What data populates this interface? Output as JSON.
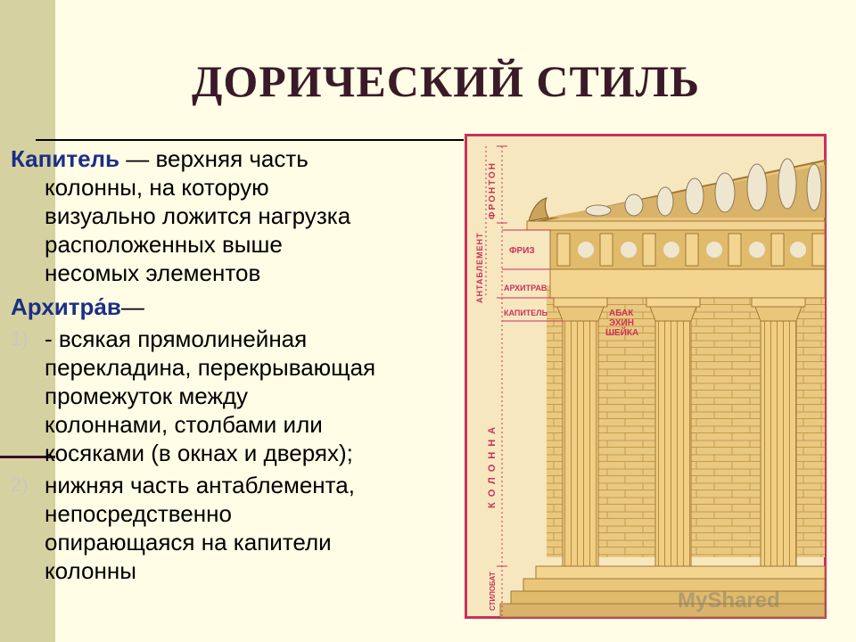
{
  "title": "ДОРИЧЕСКИЙ СТИЛЬ",
  "definitions": {
    "capital_term": "Капитель",
    "capital_def_lines": [
      " — верхняя часть",
      "колонны, на которую",
      "визуально ложится нагрузка",
      "расположенных выше",
      "несомых элементов"
    ],
    "architrave_term": "Архитра́в",
    "architrave_dash": "—",
    "items": [
      {
        "num": "1)",
        "lines": [
          "- всякая прямолинейная",
          "перекладина, перекрывающая",
          "промежуток между",
          "колоннами, столбами или",
          "косяками (в окнах и дверях);"
        ]
      },
      {
        "num": "2)",
        "lines": [
          "нижняя часть антаблемента,",
          "непосредственно",
          "опирающаяся на капители",
          "колонны"
        ]
      }
    ]
  },
  "figure": {
    "labels": {
      "fronton": "ФРОНТОН",
      "entablature": "АНТАБЛЕМЕНТ",
      "frieze": "ФРИЗ",
      "architrave": "АРХИТРАВ",
      "capital": "КАПИТЕЛЬ",
      "abacus": "АБАК",
      "echinus": "ЭХИН",
      "shaft_neck": "ШЕЙКА",
      "column": "КОЛОННА",
      "stylobate": "СТИЛОБАТ"
    },
    "colors": {
      "frame": "#c9325a",
      "wall": "#e9c982",
      "stone": "#f3d58f",
      "shadow": "#c79a45",
      "label": "#c9325a",
      "sculpture": "#efe6d0"
    }
  },
  "watermark": "MyShared"
}
